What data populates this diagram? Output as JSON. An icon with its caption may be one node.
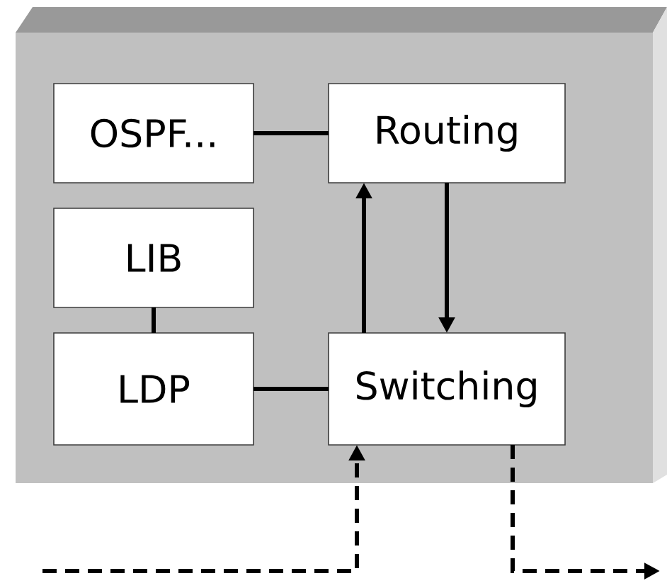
{
  "diagram": {
    "nodes": [
      {
        "text": [],
        "shape": "box"
      },
      {
        "text": [
          "OSPF..."
        ],
        "in": 0
      },
      {
        "text": [
          "Routing"
        ],
        "in": 0
      },
      {
        "text": [
          "LIB"
        ],
        "in": 0
      },
      {
        "text": [
          "LDP"
        ],
        "in": 0
      },
      {
        "text": [
          "Switching"
        ],
        "in": 0
      }
    ],
    "edges": [
      {
        "from": 1,
        "to": 2,
        "arrow": "none"
      },
      {
        "from": 3,
        "to": 4,
        "arrow": "none"
      },
      {
        "from": 4,
        "to": 5,
        "arrow": "none"
      },
      {
        "from": 5,
        "to": 2,
        "arrow": "to"
      },
      {
        "from": 2,
        "to": 5,
        "arrow": "to"
      },
      {
        "from": null,
        "to": 5,
        "arrow": "to",
        "style": "dashed"
      },
      {
        "from": 5,
        "to": null,
        "arrow": "to",
        "style": "dashed"
      }
    ]
  }
}
